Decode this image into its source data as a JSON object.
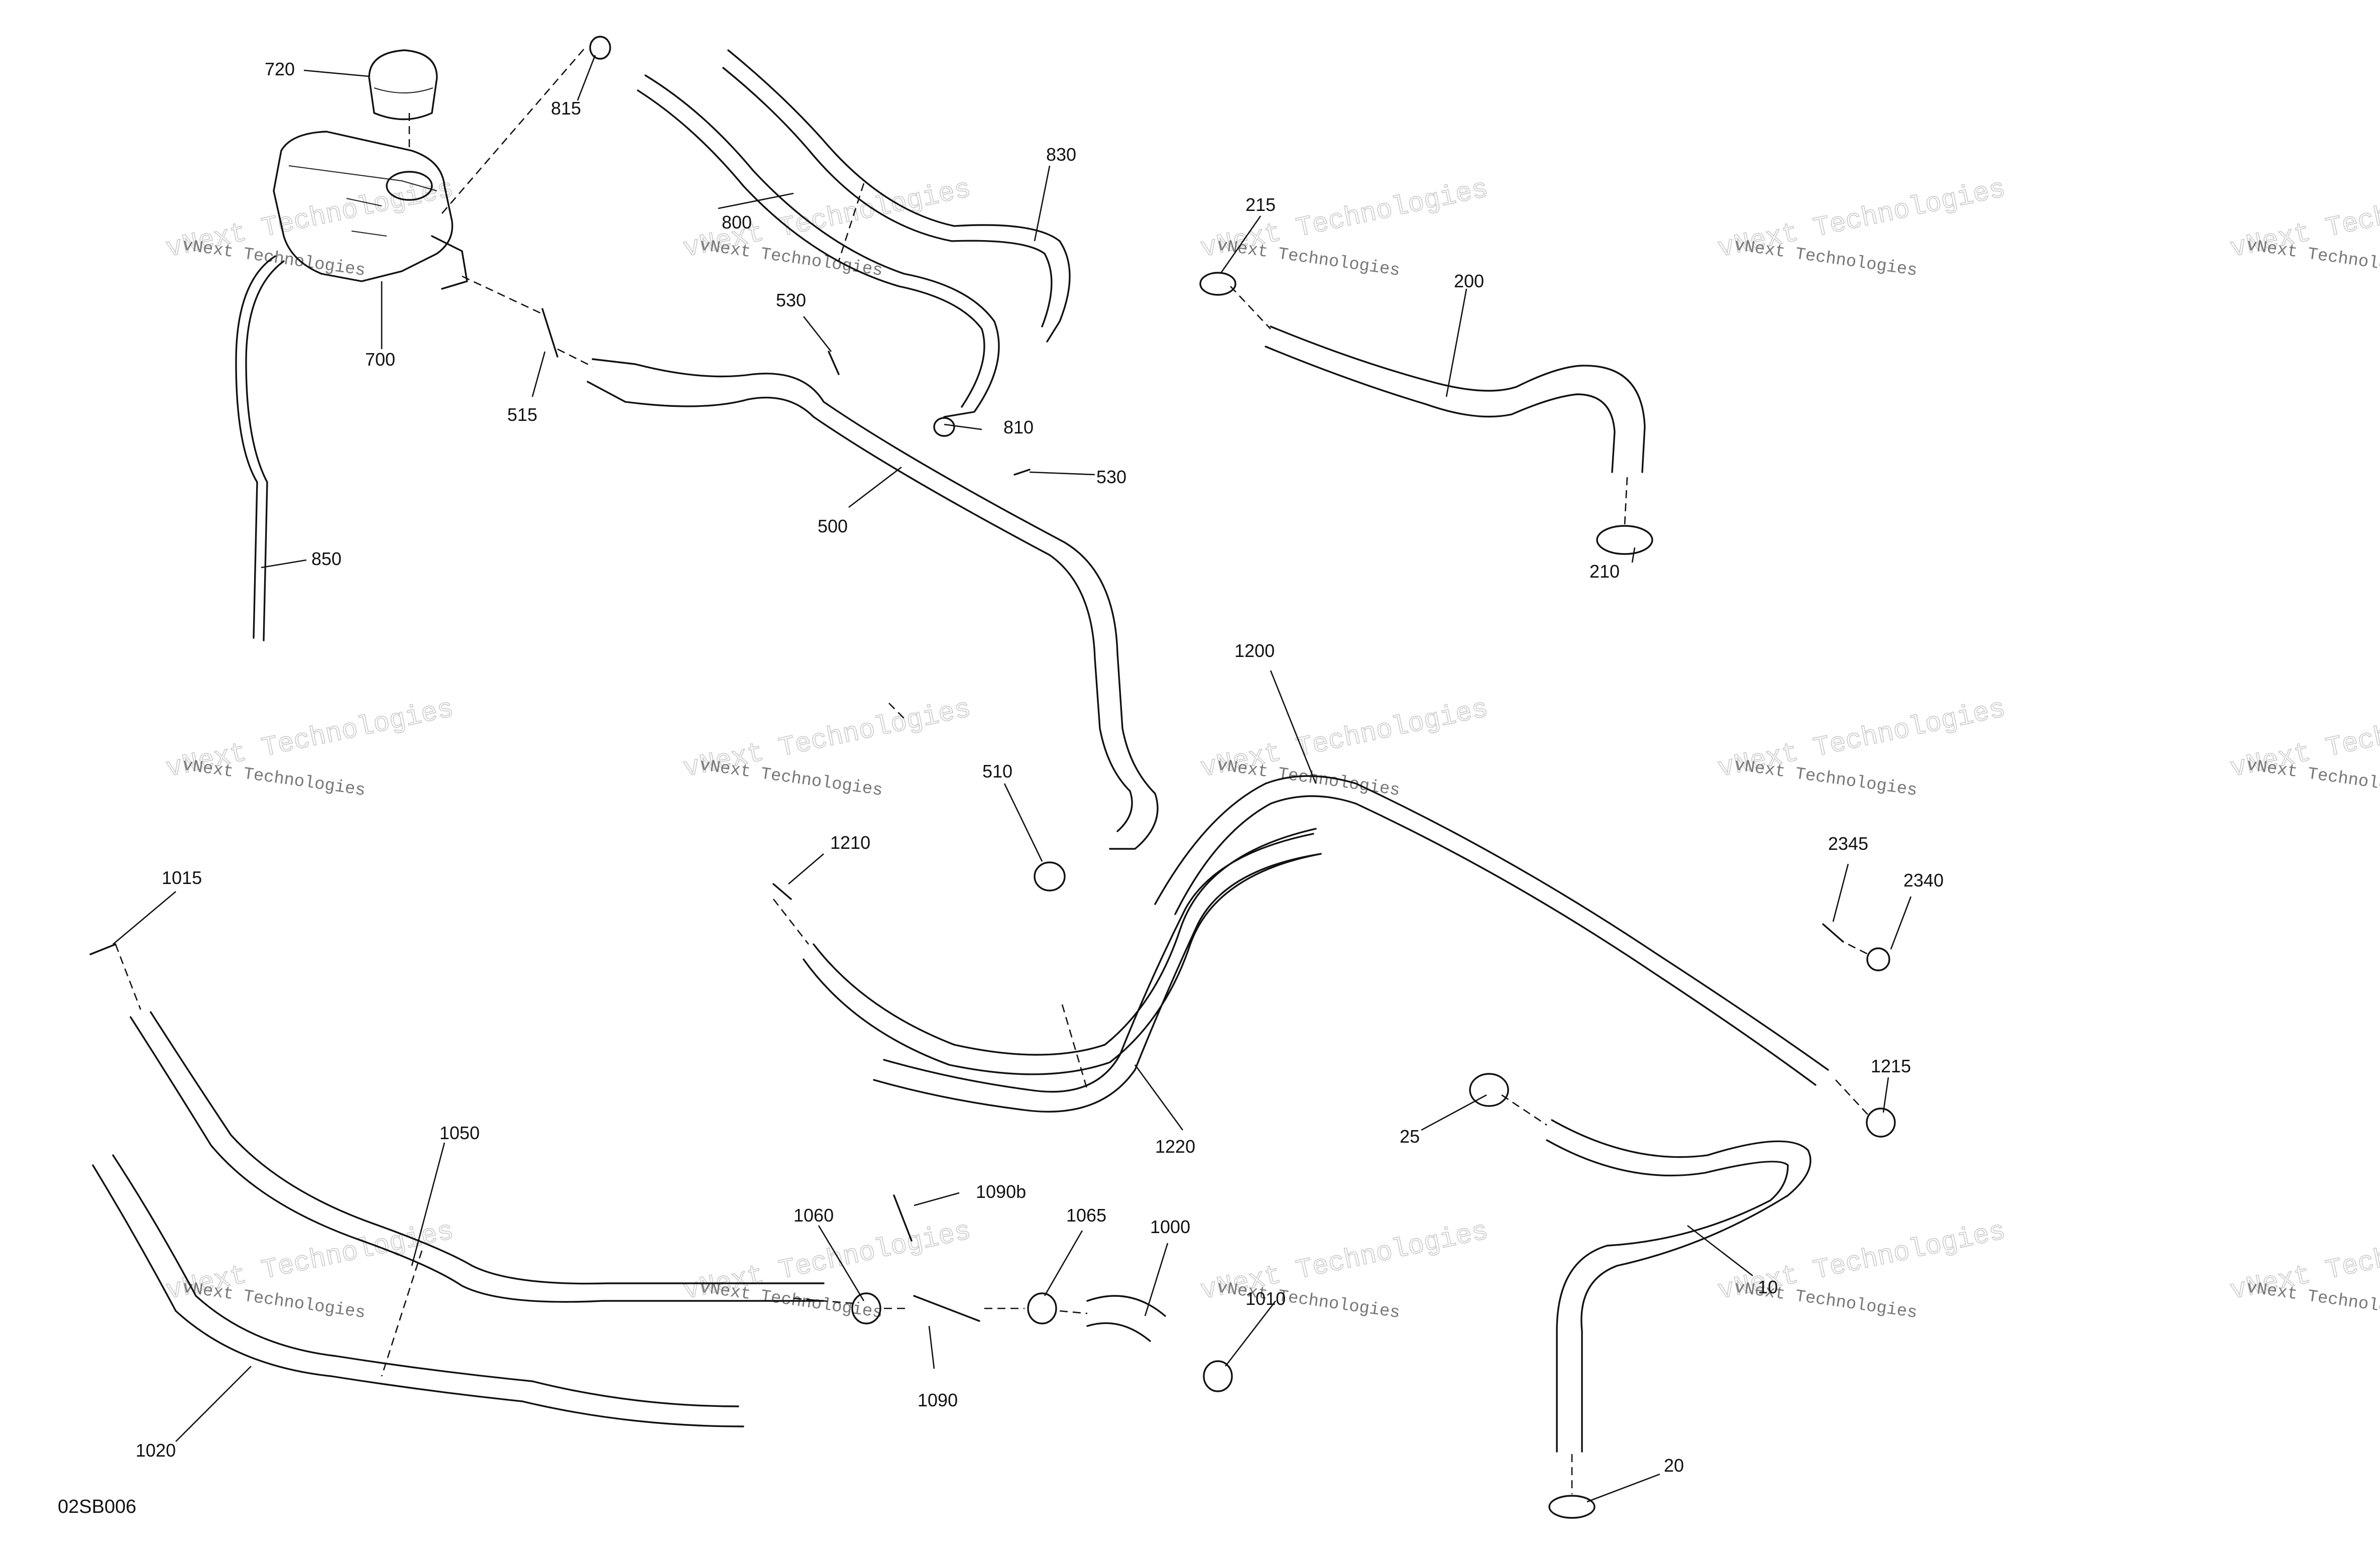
{
  "diagram": {
    "code": "02SB006",
    "watermark": {
      "line1": "vNext Technologies",
      "line2": "vNext Technologies"
    },
    "labels": {
      "l720": "720",
      "l815": "815",
      "l800": "800",
      "l830": "830",
      "l215": "215",
      "l200": "200",
      "l700": "700",
      "l530a": "530",
      "l515": "515",
      "l810": "810",
      "l530b": "530",
      "l500": "500",
      "l850": "850",
      "l210": "210",
      "l1200": "1200",
      "l510": "510",
      "l1210": "1210",
      "l1015": "1015",
      "l2345": "2345",
      "l2340": "2340",
      "l1215": "1215",
      "l25": "25",
      "l1220": "1220",
      "l1050": "1050",
      "l1090b": "1090b",
      "l1060": "1060",
      "l1065": "1065",
      "l1000": "1000",
      "l1010": "1010",
      "l10": "10",
      "l1090": "1090",
      "l1020": "1020",
      "l20": "20"
    }
  }
}
